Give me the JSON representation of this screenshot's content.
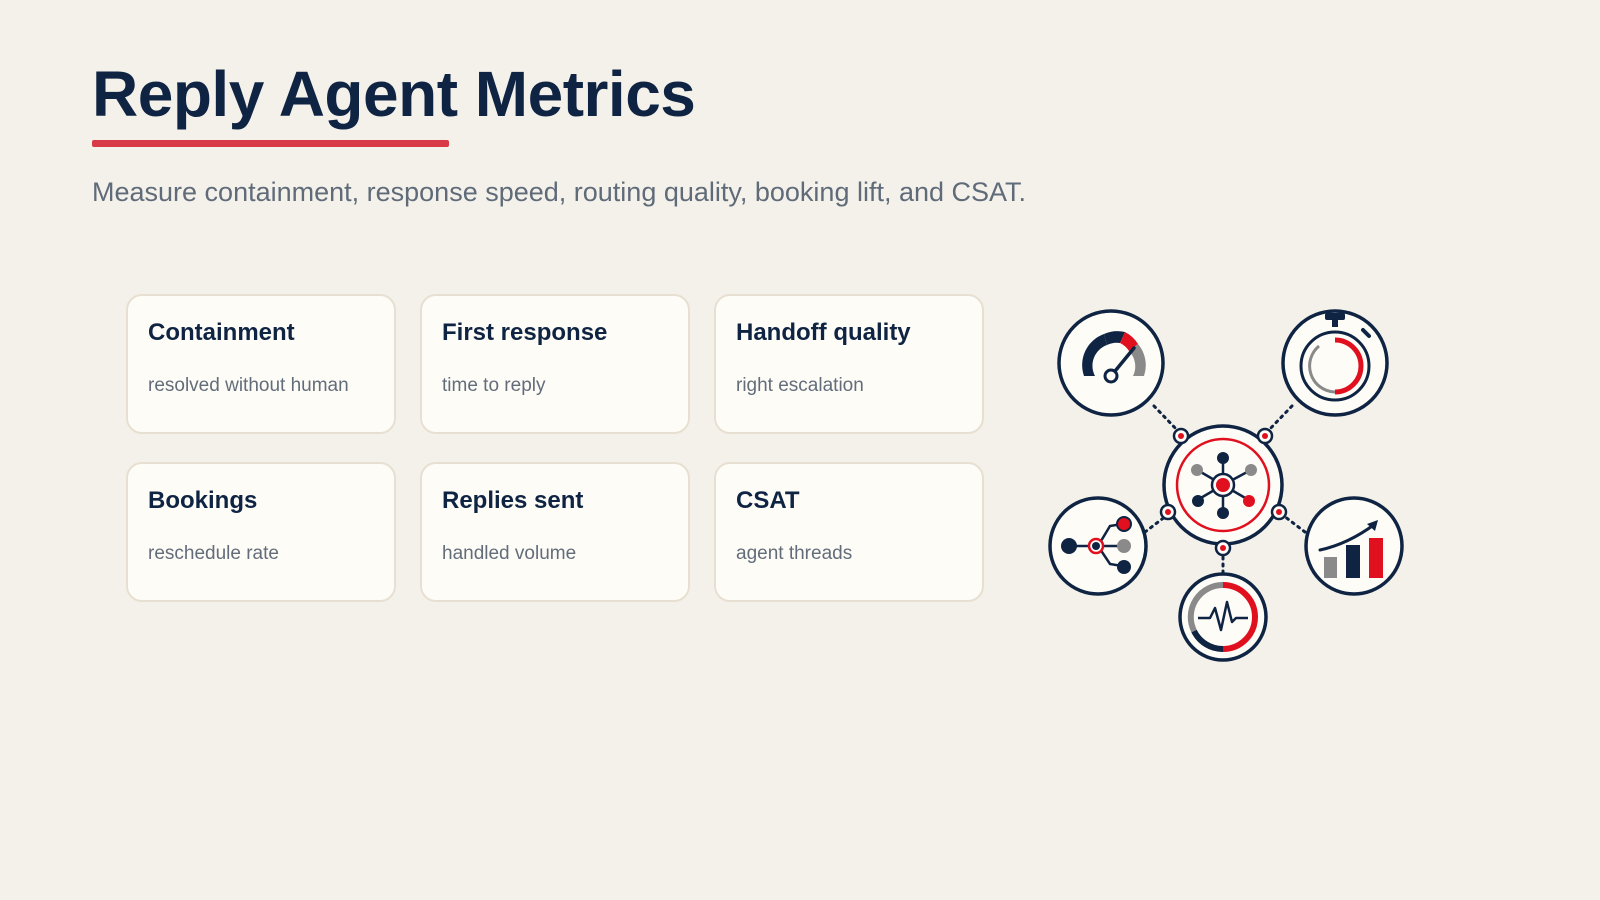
{
  "slide": {
    "title": "Reply Agent Metrics",
    "subtitle": "Measure containment, response speed, routing quality, booking lift, and CSAT."
  },
  "cards": [
    {
      "title": "Containment",
      "description": "resolved without human"
    },
    {
      "title": "First response",
      "description": "time to reply"
    },
    {
      "title": "Handoff quality",
      "description": "right escalation"
    },
    {
      "title": "Bookings",
      "description": "reschedule rate"
    },
    {
      "title": "Replies sent",
      "description": "handled volume"
    },
    {
      "title": "CSAT",
      "description": "agent threads"
    }
  ],
  "illustration": {
    "icons": [
      "gauge-icon",
      "stopwatch-icon",
      "network-hub-icon",
      "branch-routing-icon",
      "bar-chart-growth-icon",
      "heartbeat-ring-icon"
    ]
  },
  "colors": {
    "background": "#f4f1ea",
    "navy": "#0f2443",
    "accent_red": "#d83a48",
    "icon_red": "#e0101f",
    "icon_gray": "#8a8a8a",
    "card_bg": "#fefcf7",
    "card_border": "#e7e0d2",
    "muted_text": "#606b79"
  }
}
